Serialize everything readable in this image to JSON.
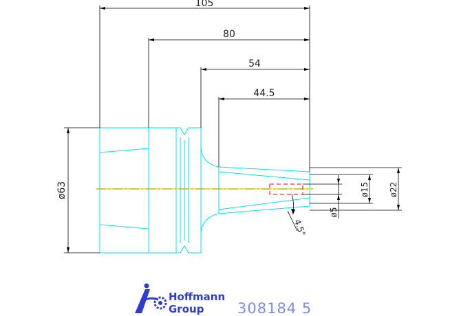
{
  "dimensions": {
    "length_total": "105",
    "length_flange": "80",
    "length_groove": "54",
    "length_taper": "44.5",
    "diameter_body": "ø63",
    "diameter_tip": "ø22",
    "diameter_bore": "ø15",
    "diameter_pilot": "ø5",
    "angle_taper": "4.5°"
  },
  "brand": {
    "line1": "Hoffmann",
    "line2": "Group"
  },
  "part_number": "308184 5",
  "colors": {
    "outline": "#00e0ff",
    "dimension": "#000000",
    "centerline": "#e8e000",
    "hidden_bore": "#ff0000",
    "brand": "#2f3bd0",
    "part_number": "#7f8ce8"
  }
}
